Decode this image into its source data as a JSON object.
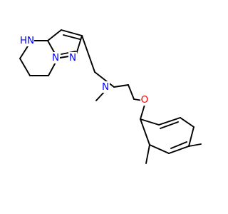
{
  "colors": {
    "bond": "#000000",
    "nitrogen": "#0000ff",
    "oxygen": "#ff0000",
    "background": "#ffffff"
  },
  "atoms": {
    "nh": "HN",
    "n_pyrazole_a": "N",
    "n_pyrazole_b": "N",
    "n_amine": "N",
    "o_ether": "O"
  }
}
